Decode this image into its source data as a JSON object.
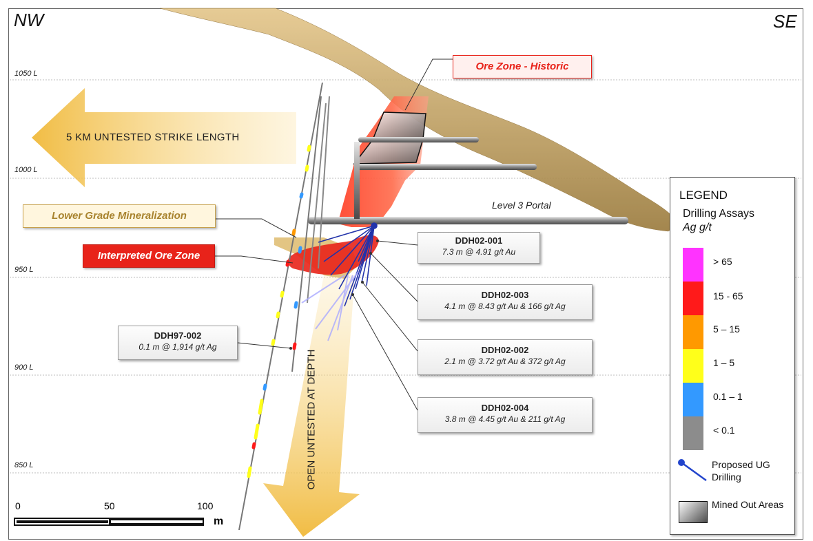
{
  "orientation": {
    "left": "NW",
    "right": "SE"
  },
  "levels": [
    {
      "label": "1050 L"
    },
    {
      "label": "1000 L"
    },
    {
      "label": "950 L"
    },
    {
      "label": "900 L"
    },
    {
      "label": "850 L"
    }
  ],
  "arrows": {
    "strike": "5 KM UNTESTED STRIKE LENGTH",
    "depth": "OPEN UNTESTED AT DEPTH"
  },
  "labels": {
    "ore_historic": "Ore Zone - Historic",
    "lower_grade": "Lower Grade Mineralization",
    "interpreted": "Interpreted Ore Zone",
    "portal": "Level 3 Portal"
  },
  "callouts": [
    {
      "id": "DDH02-001",
      "detail": "7.3 m @ 4.91 g/t Au"
    },
    {
      "id": "DDH02-003",
      "detail": "4.1 m @ 8.43 g/t Au & 166 g/t Ag"
    },
    {
      "id": "DDH02-002",
      "detail": "2.1 m @ 3.72 g/t Au & 372 g/t Ag"
    },
    {
      "id": "DDH02-004",
      "detail": "3.8 m @ 4.45 g/t Au & 211 g/t Ag"
    },
    {
      "id": "DDH97-002",
      "detail": "0.1 m @ 1,914 g/t Ag"
    }
  ],
  "scale_bar": {
    "ticks": [
      "0",
      "50",
      "100"
    ],
    "unit": "m"
  },
  "legend": {
    "title": "LEGEND",
    "subtitle": "Drilling Assays",
    "units": "Ag g/t",
    "bins": [
      {
        "label": "> 65",
        "color": "#ff33ff"
      },
      {
        "label": "15 - 65",
        "color": "#ff1a1a"
      },
      {
        "label": "5 – 15",
        "color": "#ff9900"
      },
      {
        "label": "1 – 5",
        "color": "#ffff1a"
      },
      {
        "label": "0.1 – 1",
        "color": "#3399ff"
      },
      {
        "label": "< 0.1",
        "color": "#8c8c8c"
      }
    ],
    "proposed": "Proposed UG Drilling",
    "mined": "Mined Out Areas"
  },
  "colors": {
    "ore": "#ff5533",
    "lower_grade": "#d9b25a",
    "topo": "#c8a25a",
    "arrow": "#f2c14e",
    "drill_proposed": "#2233aa"
  }
}
